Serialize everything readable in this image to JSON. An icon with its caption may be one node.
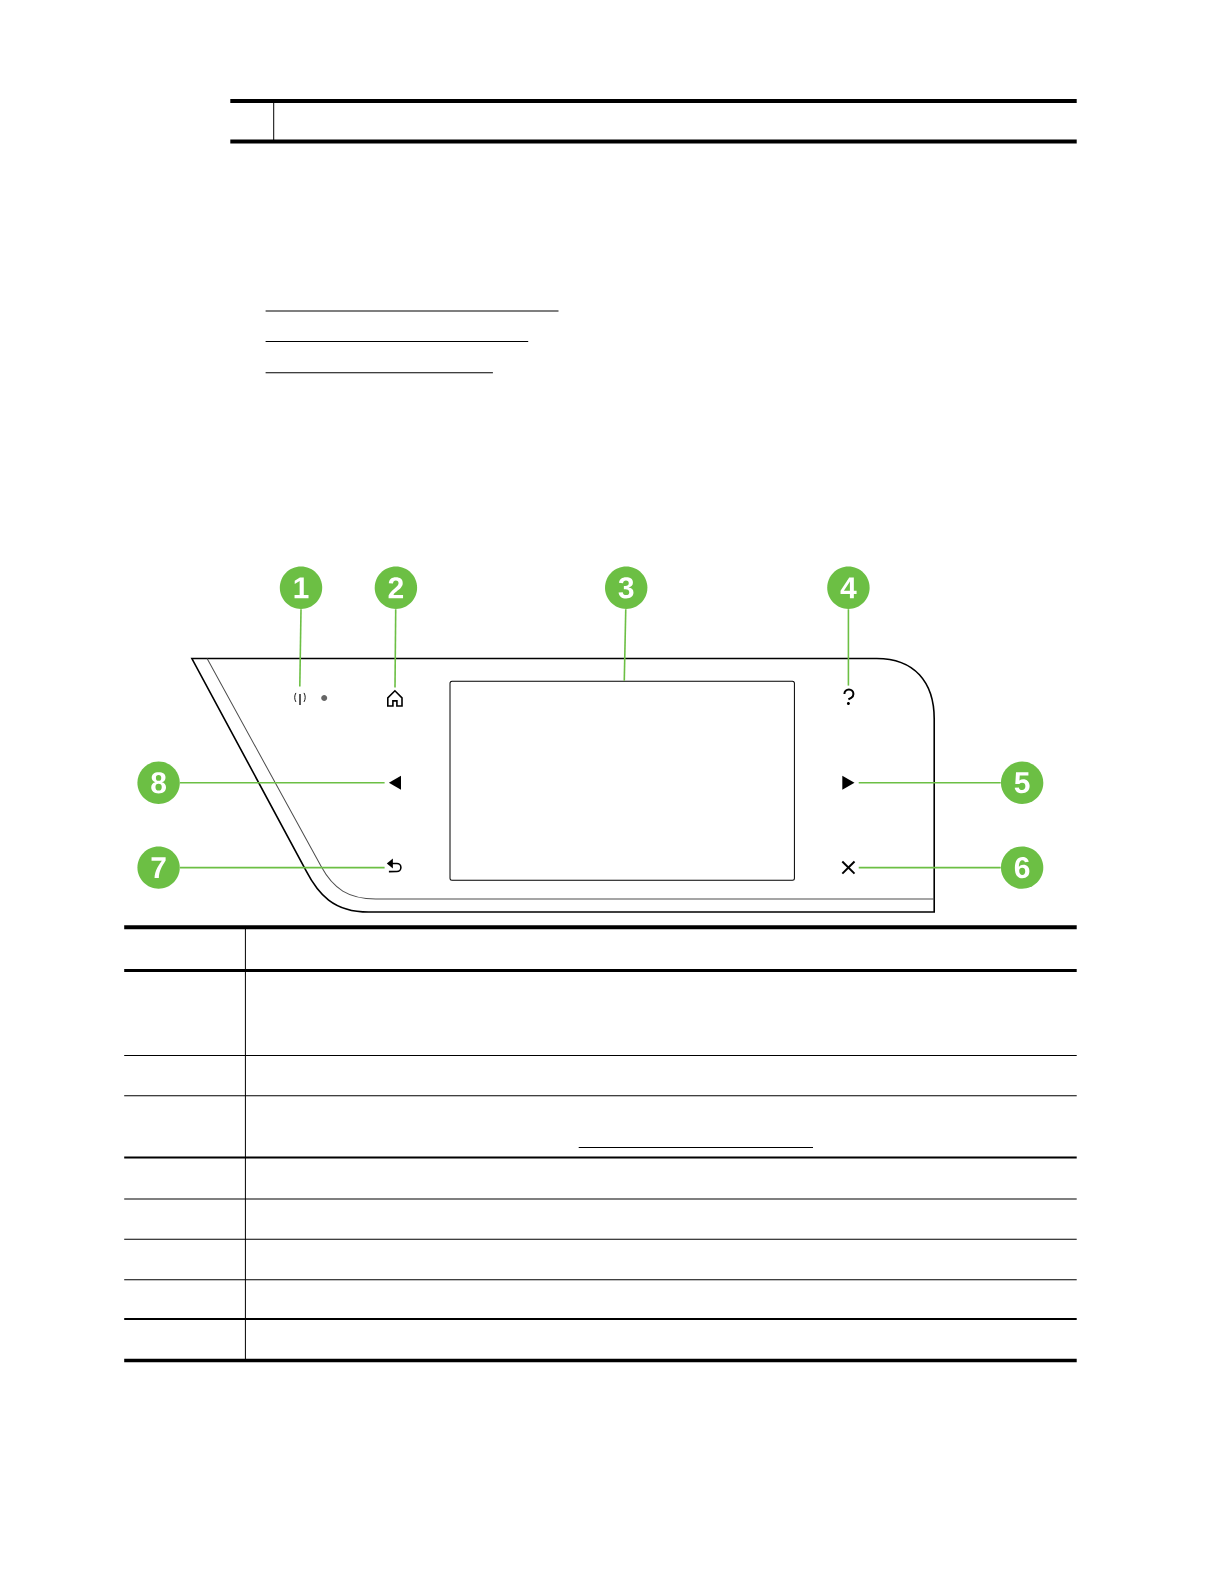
{
  "diagram": {
    "nodes": [
      {
        "text": [
          "1"
        ]
      },
      {
        "text": [
          "2"
        ]
      },
      {
        "text": [
          "3"
        ]
      },
      {
        "text": [
          "4"
        ]
      },
      {
        "text": [
          "5"
        ]
      },
      {
        "text": [
          "6"
        ]
      },
      {
        "text": [
          "7"
        ]
      },
      {
        "text": [
          "8"
        ]
      },
      {
        "text": [],
        "shape": "icon"
      },
      {
        "text": [],
        "shape": "icon"
      },
      {
        "text": [],
        "shape": "box"
      },
      {
        "text": [],
        "shape": "icon"
      },
      {
        "text": [],
        "shape": "icon"
      },
      {
        "text": [],
        "shape": "icon"
      },
      {
        "text": [],
        "shape": "icon"
      },
      {
        "text": [],
        "shape": "icon"
      }
    ],
    "edges": [
      {
        "from": 0,
        "to": 8,
        "arrow": "none"
      },
      {
        "from": 1,
        "to": 9,
        "arrow": "none"
      },
      {
        "from": 2,
        "to": 10,
        "arrow": "none"
      },
      {
        "from": 3,
        "to": 11,
        "arrow": "none"
      },
      {
        "from": 4,
        "to": 12,
        "arrow": "none"
      },
      {
        "from": 5,
        "to": 13,
        "arrow": "none"
      },
      {
        "from": 6,
        "to": 14,
        "arrow": "none"
      },
      {
        "from": 7,
        "to": 15,
        "arrow": "none"
      }
    ]
  }
}
